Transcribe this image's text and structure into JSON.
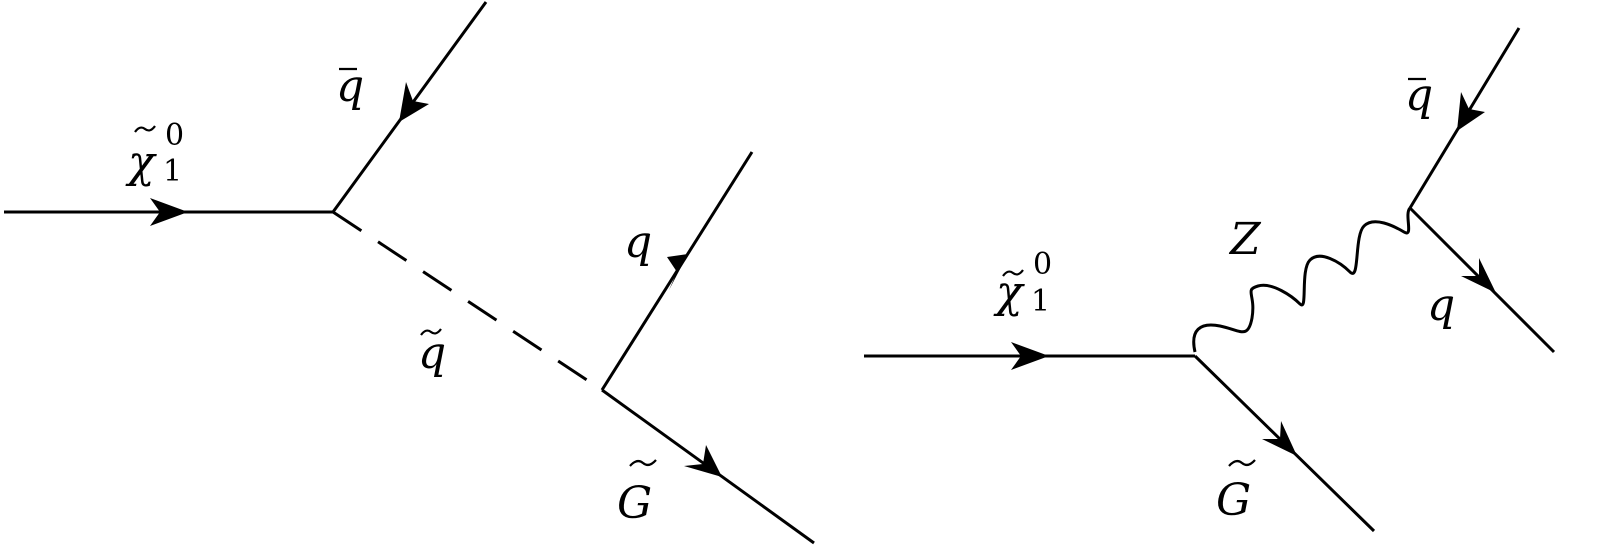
{
  "left_diagram": {
    "incoming": {
      "base": "χ",
      "sub": "1",
      "sup": "0"
    },
    "antiquark": {
      "base": "q"
    },
    "squark": {
      "base": "q"
    },
    "quark": {
      "base": "q"
    },
    "gravitino": {
      "base": "G"
    }
  },
  "right_diagram": {
    "incoming": {
      "base": "χ",
      "sub": "1",
      "sup": "0"
    },
    "boson": {
      "base": "Z"
    },
    "antiquark": {
      "base": "q"
    },
    "quark": {
      "base": "q"
    },
    "gravitino": {
      "base": "G"
    }
  },
  "colors": {
    "ink": "#000000",
    "background": "#ffffff"
  }
}
